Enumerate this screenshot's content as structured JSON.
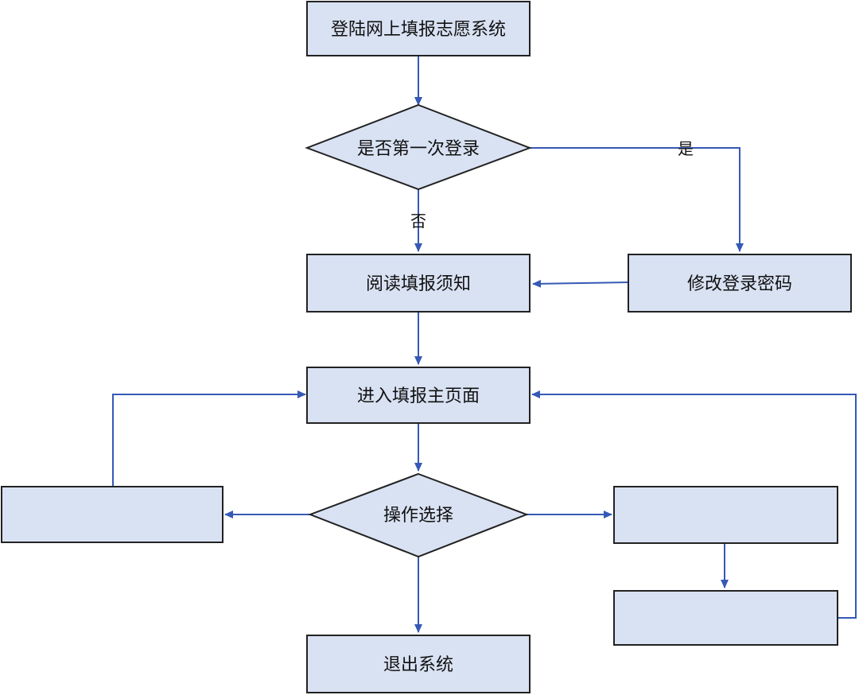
{
  "nodes": {
    "login": "登陆网上填报志愿系统",
    "first_login": "是否第一次登录",
    "read_notice": "阅读填报须知",
    "change_password": "修改登录密码",
    "main_page": "进入填报主页面",
    "operation_choice": "操作选择",
    "exit_system": "退出系统"
  },
  "edge_labels": {
    "yes": "是",
    "no": "否"
  },
  "colors": {
    "node_fill": "#d9e2f3",
    "edge": "#3559b5"
  }
}
